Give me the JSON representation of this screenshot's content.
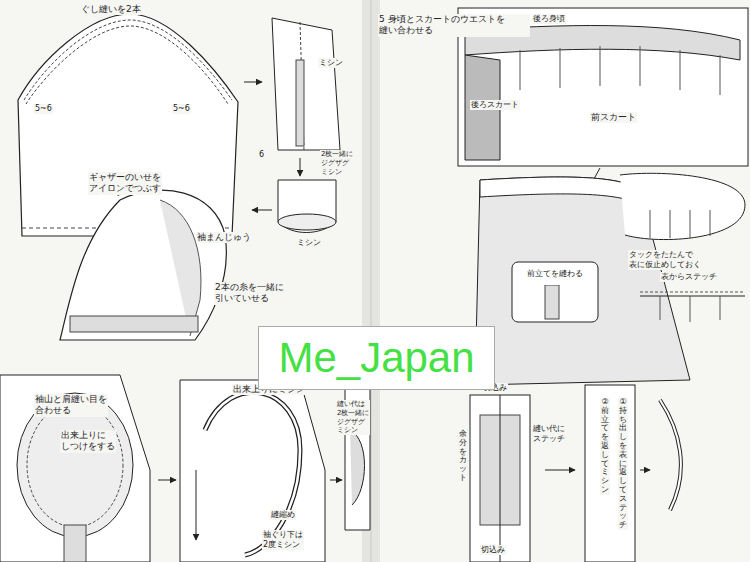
{
  "diagram": {
    "nodes": [
      {
        "text": [
          "Me_Japan"
        ]
      },
      {
        "text": [
          "前立てを縫わる"
        ]
      }
    ],
    "labels": [
      "ぐし縫いを2本",
      "5~6",
      "5~6",
      "ミシン",
      "6",
      "2枚一緒に ジグザグ ミシン",
      "ミシン",
      "ギャザーのいせを アイロンでつぶす",
      "袖まんじゅう",
      "2本の糸を一緒に 引いていせる",
      "袖山と肩縫い目を 合わせる",
      "出来上りに しつけをする",
      "出来上りにミシン",
      "縫い代は 2枚一緒に ジグザグ ミシン",
      "縫縮め",
      "袖ぐり下は 2度ミシン",
      "5 身頃とスカートのウエストを 縫い合わせる",
      "後ろ身頃",
      "後ろスカート",
      "前スカート",
      "タックをたたんで 表に仮止めしておく",
      "表からステッチ",
      "切込み",
      "縫い代に ステッチ",
      "切込み",
      "①持ち出しを表に返してステッチ",
      "②前立てを返してミシン",
      "余分をカット"
    ]
  }
}
